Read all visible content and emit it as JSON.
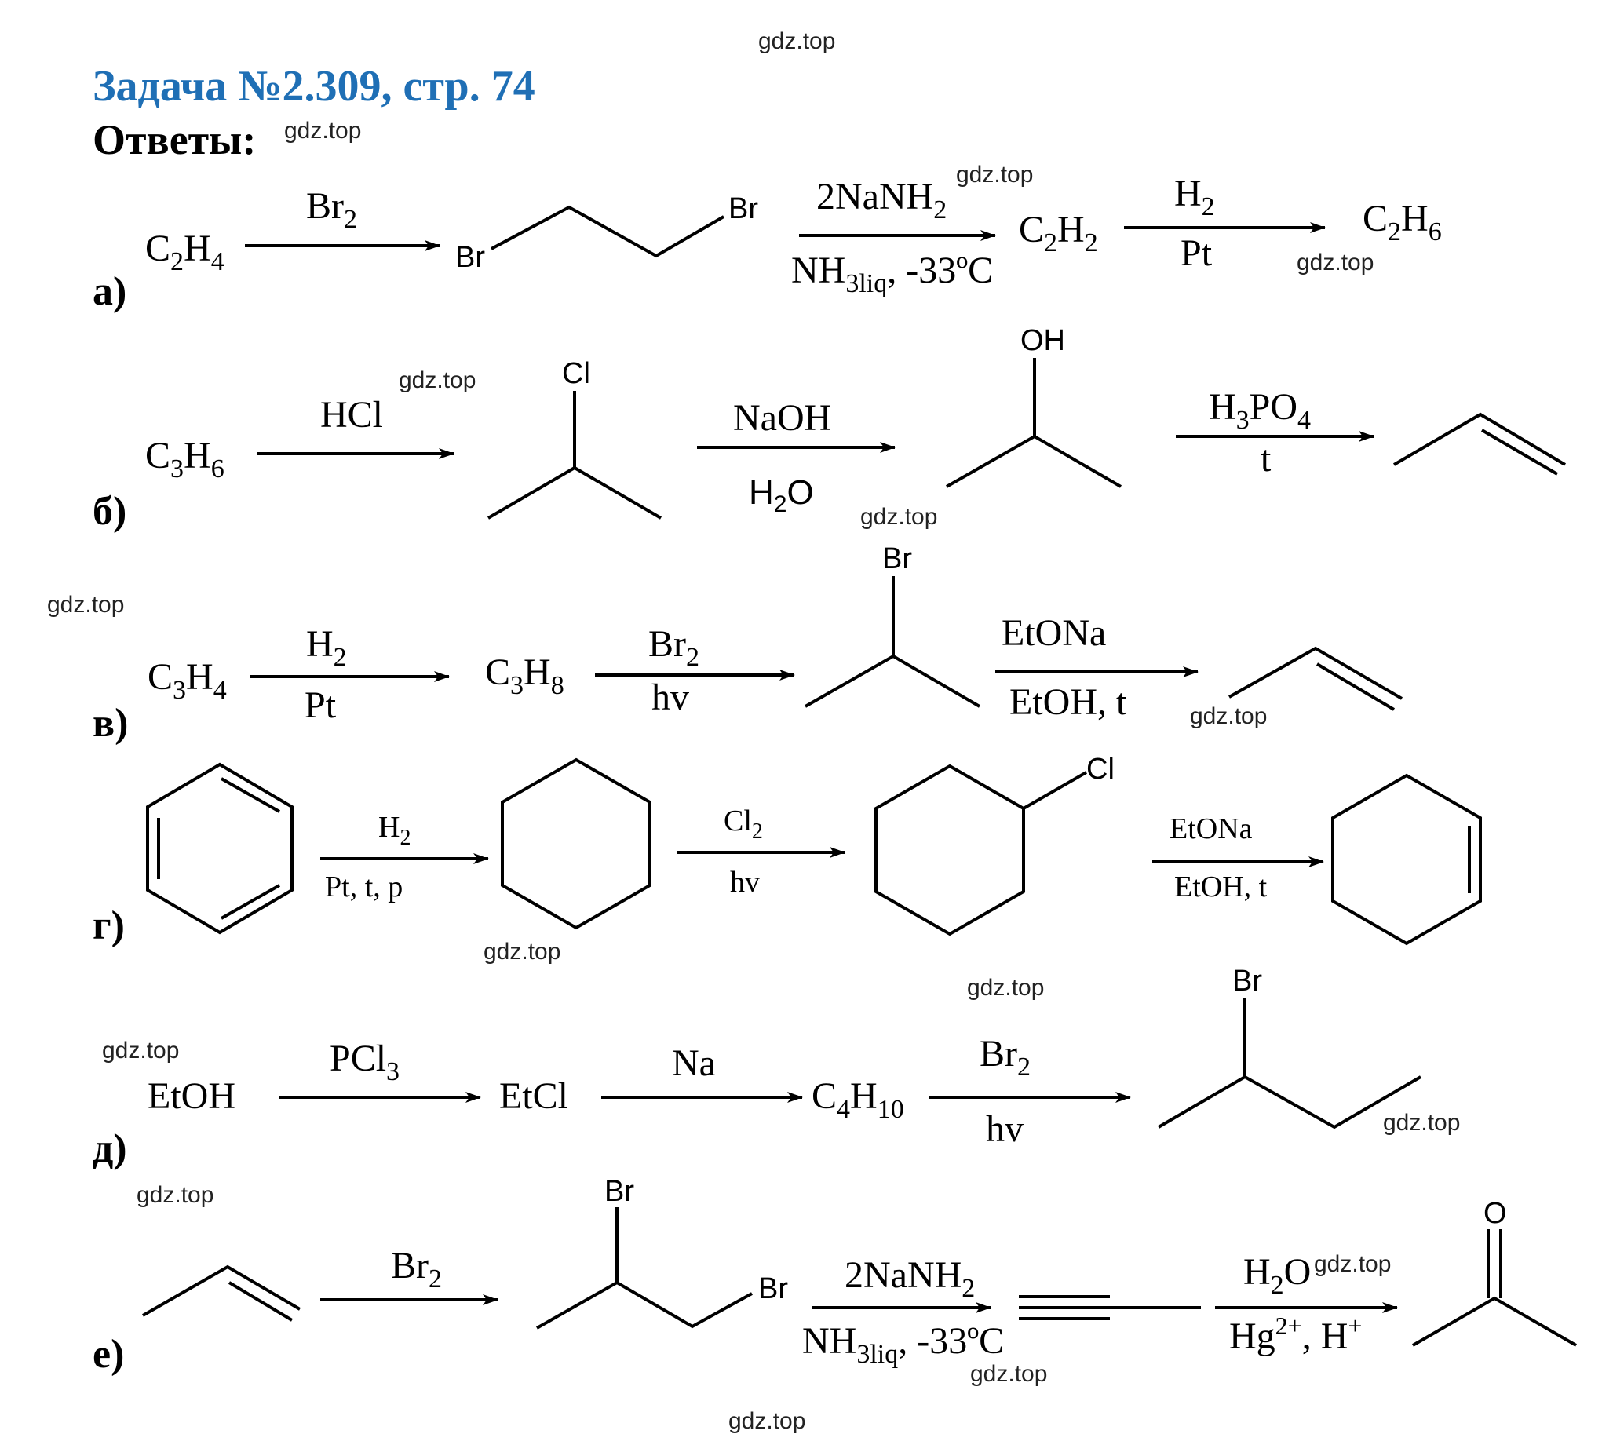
{
  "title": "Задача №2.309, стр. 74",
  "subtitle": "Ответы:",
  "watermark": "gdz.top",
  "rows": [
    {
      "label": "а)",
      "start": [
        "C",
        "2",
        "H",
        "4"
      ],
      "step1": [
        "Br",
        "2"
      ],
      "mol1_atoms": [
        "Br",
        "Br"
      ],
      "step2_top": [
        "2NaNH",
        "2"
      ],
      "step2_bottom": [
        "NH",
        "3liq",
        ", -33ºC"
      ],
      "mid": [
        "C",
        "2",
        "H",
        "2"
      ],
      "step3_top": [
        "H",
        "2"
      ],
      "step3_bottom": "Pt",
      "end": [
        "C",
        "2",
        "H",
        "6"
      ]
    },
    {
      "label": "б)",
      "start": [
        "C",
        "3",
        "H",
        "6"
      ],
      "step1": "HCl",
      "mol1_atom": "Cl",
      "step2_top": "NaOH",
      "step2_bottom": [
        "H",
        "2",
        "O"
      ],
      "mol2_atom": "OH",
      "step3_top": [
        "H",
        "3",
        "PO",
        "4"
      ],
      "step3_bottom": "t"
    },
    {
      "label": "в)",
      "start": [
        "C",
        "3",
        "H",
        "4"
      ],
      "step1_top": [
        "H",
        "2"
      ],
      "step1_bottom": "Pt",
      "mid": [
        "C",
        "3",
        "H",
        "8"
      ],
      "step2_top": [
        "Br",
        "2"
      ],
      "step2_bottom": "hv",
      "mol1_atom": "Br",
      "step3_top": "EtONa",
      "step3_bottom": "EtOH, t"
    },
    {
      "label": "г)",
      "step1_top": [
        "H",
        "2"
      ],
      "step1_bottom": "Pt, t, p",
      "step2_top": [
        "Cl",
        "2"
      ],
      "step2_bottom": "hv",
      "mol_atom": "Cl",
      "step3_top": "EtONa",
      "step3_bottom": "EtOH, t"
    },
    {
      "label": "д)",
      "start": "EtOH",
      "step1": [
        "PCl",
        "3"
      ],
      "mid1": "EtCl",
      "step2": "Na",
      "mid2": [
        "C",
        "4",
        "H",
        "10"
      ],
      "step3_top": [
        "Br",
        "2"
      ],
      "step3_bottom": "hv",
      "end_atom": "Br"
    },
    {
      "label": "е)",
      "step1": [
        "Br",
        "2"
      ],
      "mol1_atoms": [
        "Br",
        "Br"
      ],
      "step2_top": [
        "2NaNH",
        "2"
      ],
      "step2_bottom": [
        "NH",
        "3liq",
        ", -33ºC"
      ],
      "step3_top": [
        "H",
        "2",
        "O"
      ],
      "step3_bottom": [
        "Hg",
        "2+",
        ", H",
        "+"
      ],
      "end_atom": "O"
    }
  ]
}
